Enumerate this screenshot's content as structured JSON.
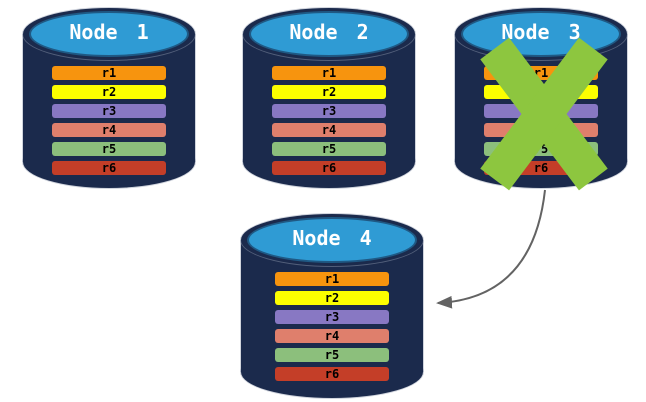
{
  "diagram": {
    "palette": {
      "cylinder_body": "#1B2A4C",
      "cylinder_top": "#2F9BD4",
      "failure_cross": "#8DC63F",
      "arrow": "#636363"
    },
    "nodes": [
      {
        "label": "Node 1",
        "failed": false,
        "rows": [
          {
            "label": "r1",
            "color": "#F7940E"
          },
          {
            "label": "r2",
            "color": "#FCFF00"
          },
          {
            "label": "r3",
            "color": "#8878C3"
          },
          {
            "label": "r4",
            "color": "#DF7F6C"
          },
          {
            "label": "r5",
            "color": "#8CBF7C"
          },
          {
            "label": "r6",
            "color": "#C43E28"
          }
        ]
      },
      {
        "label": "Node 2",
        "failed": false,
        "rows": [
          {
            "label": "r1",
            "color": "#F7940E"
          },
          {
            "label": "r2",
            "color": "#FCFF00"
          },
          {
            "label": "r3",
            "color": "#8878C3"
          },
          {
            "label": "r4",
            "color": "#DF7F6C"
          },
          {
            "label": "r5",
            "color": "#8CBF7C"
          },
          {
            "label": "r6",
            "color": "#C43E28"
          }
        ]
      },
      {
        "label": "Node 3",
        "failed": true,
        "rows": [
          {
            "label": "r1",
            "color": "#F7940E"
          },
          {
            "label": "r2",
            "color": "#FCFF00"
          },
          {
            "label": "r3",
            "color": "#8878C3"
          },
          {
            "label": "r4",
            "color": "#DF7F6C"
          },
          {
            "label": "r5",
            "color": "#8CBF7C"
          },
          {
            "label": "r6",
            "color": "#C43E28"
          }
        ]
      },
      {
        "label": "Node 4",
        "failed": false,
        "rows": [
          {
            "label": "r1",
            "color": "#F7940E"
          },
          {
            "label": "r2",
            "color": "#FCFF00"
          },
          {
            "label": "r3",
            "color": "#8878C3"
          },
          {
            "label": "r4",
            "color": "#DF7F6C"
          },
          {
            "label": "r5",
            "color": "#8CBF7C"
          },
          {
            "label": "r6",
            "color": "#C43E28"
          }
        ]
      }
    ],
    "arrow": {
      "from_node": "Node 3",
      "to_node": "Node 4"
    }
  }
}
